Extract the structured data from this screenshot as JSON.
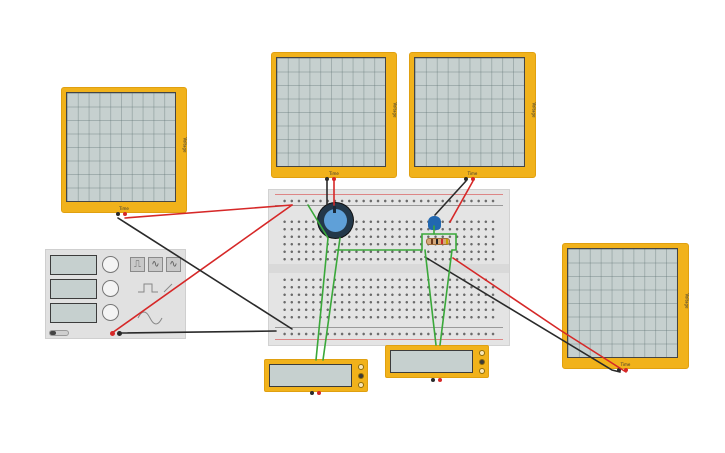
{
  "oscilloscopes": [
    {
      "id": "osc-1",
      "x_label": "Time",
      "y_label": "Voltage"
    },
    {
      "id": "osc-2",
      "x_label": "Time",
      "y_label": "Voltage"
    },
    {
      "id": "osc-3",
      "x_label": "Time",
      "y_label": "Voltage"
    },
    {
      "id": "osc-4",
      "x_label": "Time",
      "y_label": "Voltage"
    }
  ],
  "function_generator": {
    "wave_buttons": [
      {
        "name": "square-wave-icon",
        "glyph": "⎍"
      },
      {
        "name": "sawtooth-wave-icon",
        "glyph": "∿"
      },
      {
        "name": "sine-wave-icon",
        "glyph": "∿"
      }
    ]
  },
  "colors": {
    "instrument_body": "#f1b21b",
    "screen": "#c6d0cf",
    "wire_red": "#d62828",
    "wire_black": "#2a2a2a",
    "wire_green": "#3aa83a",
    "potentiometer_knob": "#5fa0d8",
    "capacitor": "#2167b0"
  }
}
